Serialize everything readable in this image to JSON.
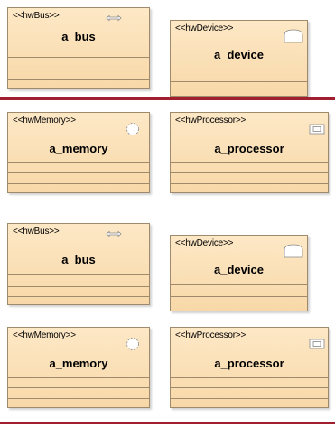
{
  "diagram": {
    "nodes": [
      {
        "id": "bus1",
        "stereotype": "<<hwBus>>",
        "name": "a_bus",
        "icon": "bus-icon"
      },
      {
        "id": "dev1",
        "stereotype": "<<hwDevice>>",
        "name": "a_device",
        "icon": "device-icon"
      },
      {
        "id": "mem1",
        "stereotype": "<<hwMemory>>",
        "name": "a_memory",
        "icon": "memory-icon"
      },
      {
        "id": "proc1",
        "stereotype": "<<hwProcessor>>",
        "name": "a_processor",
        "icon": "processor-icon"
      },
      {
        "id": "bus2",
        "stereotype": "<<hwBus>>",
        "name": "a_bus",
        "icon": "bus-icon"
      },
      {
        "id": "dev2",
        "stereotype": "<<hwDevice>>",
        "name": "a_device",
        "icon": "device-icon"
      },
      {
        "id": "mem2",
        "stereotype": "<<hwMemory>>",
        "name": "a_memory",
        "icon": "memory-icon"
      },
      {
        "id": "proc2",
        "stereotype": "<<hwProcessor>>",
        "name": "a_processor",
        "icon": "processor-icon"
      }
    ],
    "colors": {
      "node_fill_top": "#fde8c6",
      "node_fill_bottom": "#f8d8a8",
      "node_border": "#a08a6c",
      "separator": "#a02030"
    }
  }
}
